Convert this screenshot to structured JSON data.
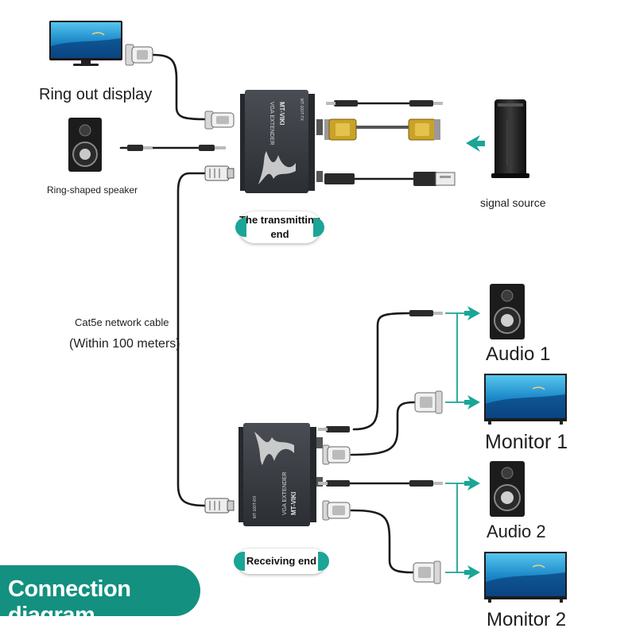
{
  "labels": {
    "ring_out_display": "Ring out display",
    "ring_speaker": "Ring-shaped speaker",
    "signal_source": "signal source",
    "transmitting_line1": "The transmitting",
    "transmitting_line2": "end",
    "cable_line1": "Cat5e network cable",
    "cable_line2": "(Within 100 meters)",
    "receiving": "Receiving end",
    "audio1": "Audio 1",
    "monitor1": "Monitor 1",
    "audio2": "Audio 2",
    "monitor2": "Monitor 2",
    "banner": "Connection diagram"
  },
  "device": {
    "brand": "MT-VIKI",
    "model": "VGA EXTENDER",
    "tx_code": "MT-100T-TX",
    "rx_code": "MT-100T-RX"
  },
  "colors": {
    "accent": "#13907f",
    "arrow": "#1aa596",
    "device_body": "#3a3d42",
    "cable": "#1a1a1a",
    "vga_gold": "#c9a227"
  }
}
